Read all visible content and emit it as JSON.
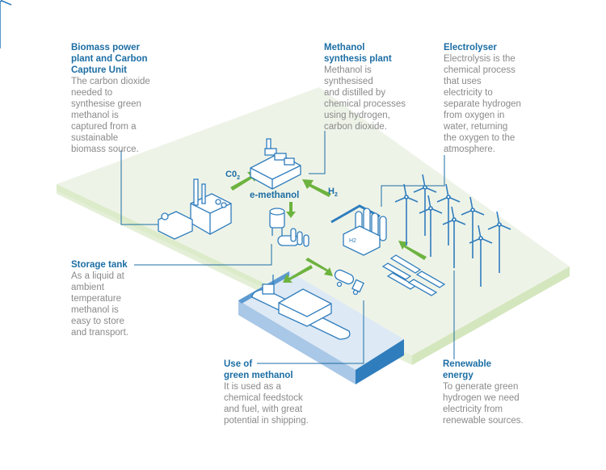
{
  "colors": {
    "accent": "#1c6ea4",
    "body_text": "#8a8a8a",
    "arrow": "#6db33f",
    "ground": "#eef3e8",
    "water": "#d6e6f5"
  },
  "cards": {
    "biomass": {
      "title": "Biomass power\nplant and Carbon\nCapture Unit",
      "body": "The carbon dioxide\nneeded to\nsynthesise green\nmethanol is\ncaptured from a\nsustainable\nbiomass source."
    },
    "methanol": {
      "title": "Methanol\nsynthesis plant",
      "body": "Methanol is\nsynthesised\nand distilled by\nchemical processes\nusing hydrogen,\ncarbon dioxide."
    },
    "electrolyser": {
      "title": "Electrolyser",
      "body": "Electrolysis is the\nchemical process\nthat uses\nelectricity to\nseparate hydrogen\nfrom oxygen in\nwater, returning\nthe oxygen to the\natmosphere."
    },
    "storage": {
      "title": "Storage tank",
      "body": "As a liquid at\nambient\ntemperature\nmethanol is\neasy to store\nand transport."
    },
    "use": {
      "title": "Use of\ngreen methanol",
      "body": "It is used as a\nchemical feedstock\nand fuel, with great\npotential in shipping."
    },
    "renewable": {
      "title": "Renewable\nenergy",
      "body": "To generate green\nhydrogen we need\nelectricity from\nrenewable sources."
    }
  },
  "labels": {
    "co2": "C0",
    "co2_sub": "2",
    "emethanol": "e-methanol",
    "h2": "H",
    "h2_sub": "2",
    "h2_tank": "H2"
  }
}
